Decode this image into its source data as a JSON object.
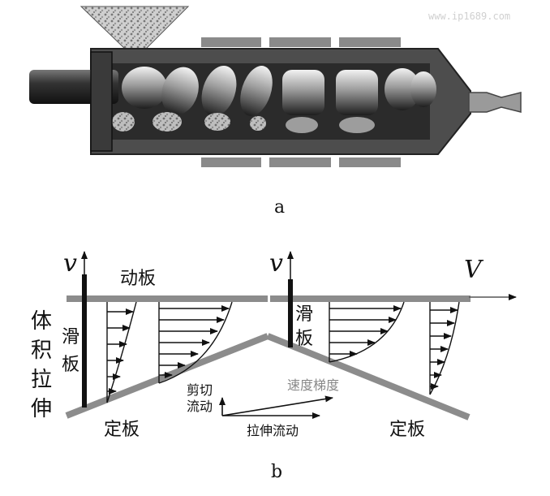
{
  "watermark": "www.ip1689.com",
  "caption_a": "a",
  "caption_b": "b",
  "labels": {
    "v_left": "v",
    "v_mid": "v",
    "V_right": "V",
    "moving_plate": "动板",
    "fixed_plate_left": "定板",
    "fixed_plate_right": "定板",
    "volume_stretch": [
      "体",
      "积",
      "拉",
      "伸"
    ],
    "slide_left": [
      "滑",
      "板"
    ],
    "slide_mid": [
      "滑",
      "板"
    ],
    "shear_flow": [
      "剪切",
      "流动"
    ],
    "velocity_gradient": "速度梯度",
    "extensional_flow": "拉伸流动"
  },
  "colors": {
    "plate": "#8c8c8c",
    "barrel_dark": "#3a3a3a",
    "barrel_mid": "#6e6e6e",
    "text": "#111111",
    "grey_text": "#888888"
  }
}
